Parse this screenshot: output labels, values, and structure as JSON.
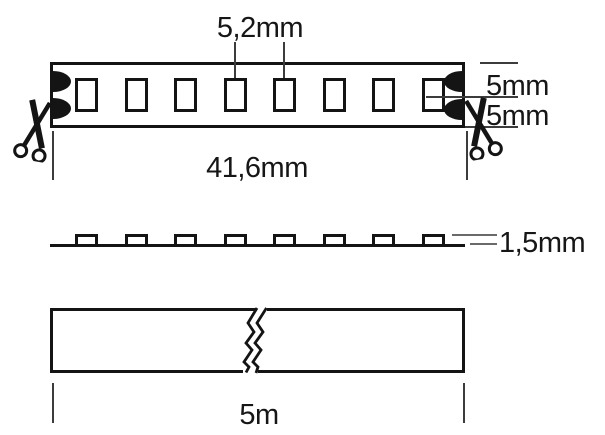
{
  "colors": {
    "background": "#ffffff",
    "ink": "#141414",
    "dimension_line": "#3c3c3c"
  },
  "top_view": {
    "led_count": 8,
    "solder_pad_count": 4,
    "labels": {
      "led_pitch": "5,2mm",
      "cut_width_top": "5mm",
      "cut_width_bottom": "5mm",
      "module_length": "41,6mm"
    }
  },
  "side_view": {
    "led_count": 8,
    "labels": {
      "strip_height": "1,5mm"
    }
  },
  "length_view": {
    "labels": {
      "total_length": "5m"
    }
  },
  "icons": {
    "cut_mark_left": "scissors-icon",
    "cut_mark_right": "scissors-icon"
  }
}
